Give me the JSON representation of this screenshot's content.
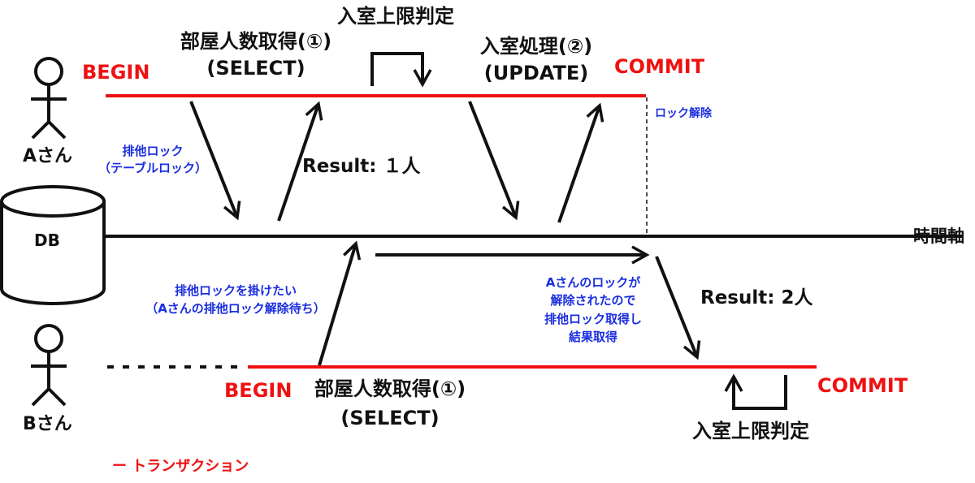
{
  "actors": {
    "a": {
      "name": "Aさん"
    },
    "b": {
      "name": "Bさん"
    },
    "db": {
      "name": "DB"
    }
  },
  "timeline": {
    "label": "時間軸"
  },
  "transaction_a": {
    "begin": "BEGIN",
    "commit": "COMMIT",
    "step1": {
      "line1": "部屋人数取得(①)",
      "line2": "(SELECT)"
    },
    "check": "入室上限判定",
    "step2": {
      "line1": "入室処理(②)",
      "line2": "(UPDATE)"
    },
    "lock": {
      "line1": "排他ロック",
      "line2": "（テーブルロック）"
    },
    "result": "Result: １人",
    "unlock": "ロック解除"
  },
  "transaction_b": {
    "begin": "BEGIN",
    "commit": "COMMIT",
    "step1": {
      "line1": "部屋人数取得(①)",
      "line2": "(SELECT)"
    },
    "wait": {
      "line1": "排他ロックを掛けたい",
      "line2": "（Aさんの排他ロック解除待ち）"
    },
    "acquired": {
      "line1": "Aさんのロックが",
      "line2": "解除されたので",
      "line3": "排他ロック取得し",
      "line4": "結果取得"
    },
    "result": "Result: 2人",
    "check": "入室上限判定"
  },
  "legend": {
    "label": "ー トランザクション"
  },
  "colors": {
    "transaction": "#ee1111",
    "annotation": "#1a2ee0",
    "ink": "#111111"
  }
}
